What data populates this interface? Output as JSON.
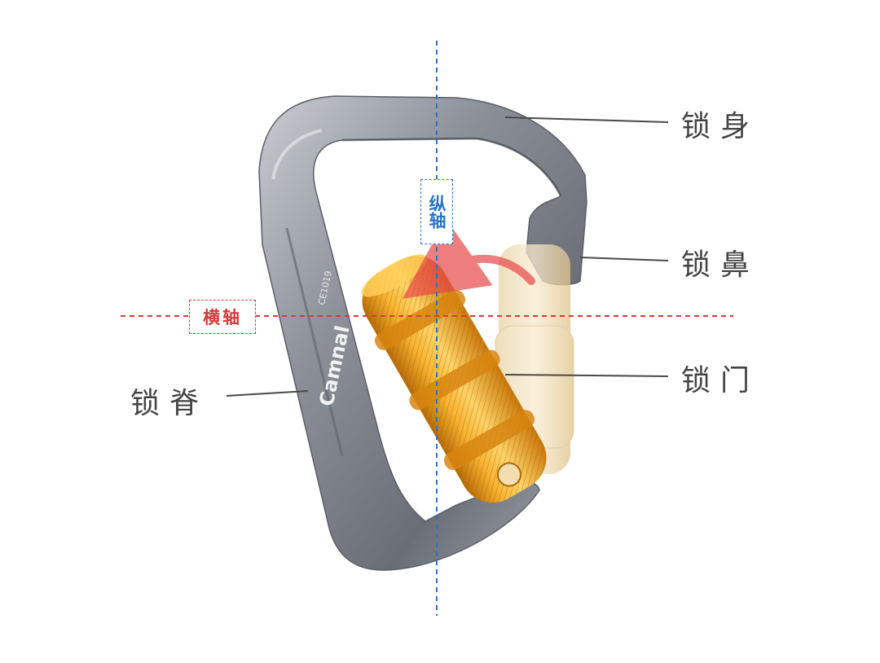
{
  "labels": {
    "body": "锁身",
    "nose": "锁鼻",
    "gate": "锁门",
    "spine": "锁脊"
  },
  "axes": {
    "horizontal": "横轴",
    "vertical": "纵轴"
  },
  "engraving": {
    "brand": "Camnal",
    "cert": "CE1019"
  },
  "colors": {
    "frame": "#7c8089",
    "gate_sleeve": "#e89a16",
    "horizontal_axis": "#d33a3a",
    "vertical_axis": "#2a73c4",
    "motion_arrow": "#e8474a"
  }
}
